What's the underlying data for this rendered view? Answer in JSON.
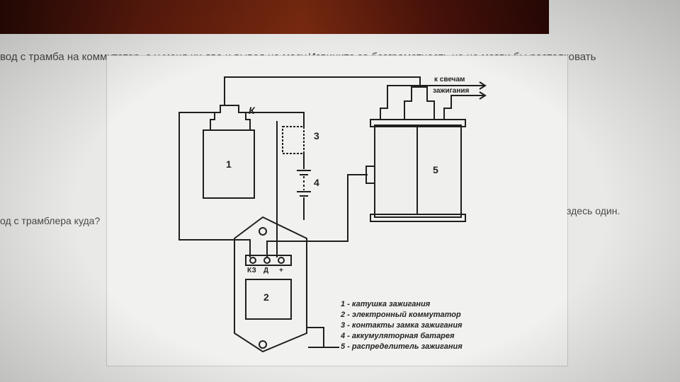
{
  "post": {
    "line1": "вод с трамба на коммутатор, а у меня их два и  вывод на масу.Извините за безграмотность но не могли бы растолковать",
    "line2": "од с трамблера куда?",
    "line3": "здесь один."
  },
  "diagram": {
    "label_k": "К",
    "num1": "1",
    "num2": "2",
    "num3": "3",
    "num4": "4",
    "num5": "5",
    "to_plugs_1": "к свечам",
    "to_plugs_2": "зажигания",
    "terminal_kz": "КЗ",
    "terminal_d": "Д",
    "terminal_plus": "+",
    "legend": [
      "1 - катушка зажигания",
      "2 - электронный коммутатор",
      "3 - контакты замка зажигания",
      "4 - аккумуляторная батарея",
      "5 - распределитель зажигания"
    ]
  },
  "colors": {
    "wire": "#1f1f1f",
    "page_bg": "#e9e9e8",
    "text": "#4a4a4a"
  }
}
